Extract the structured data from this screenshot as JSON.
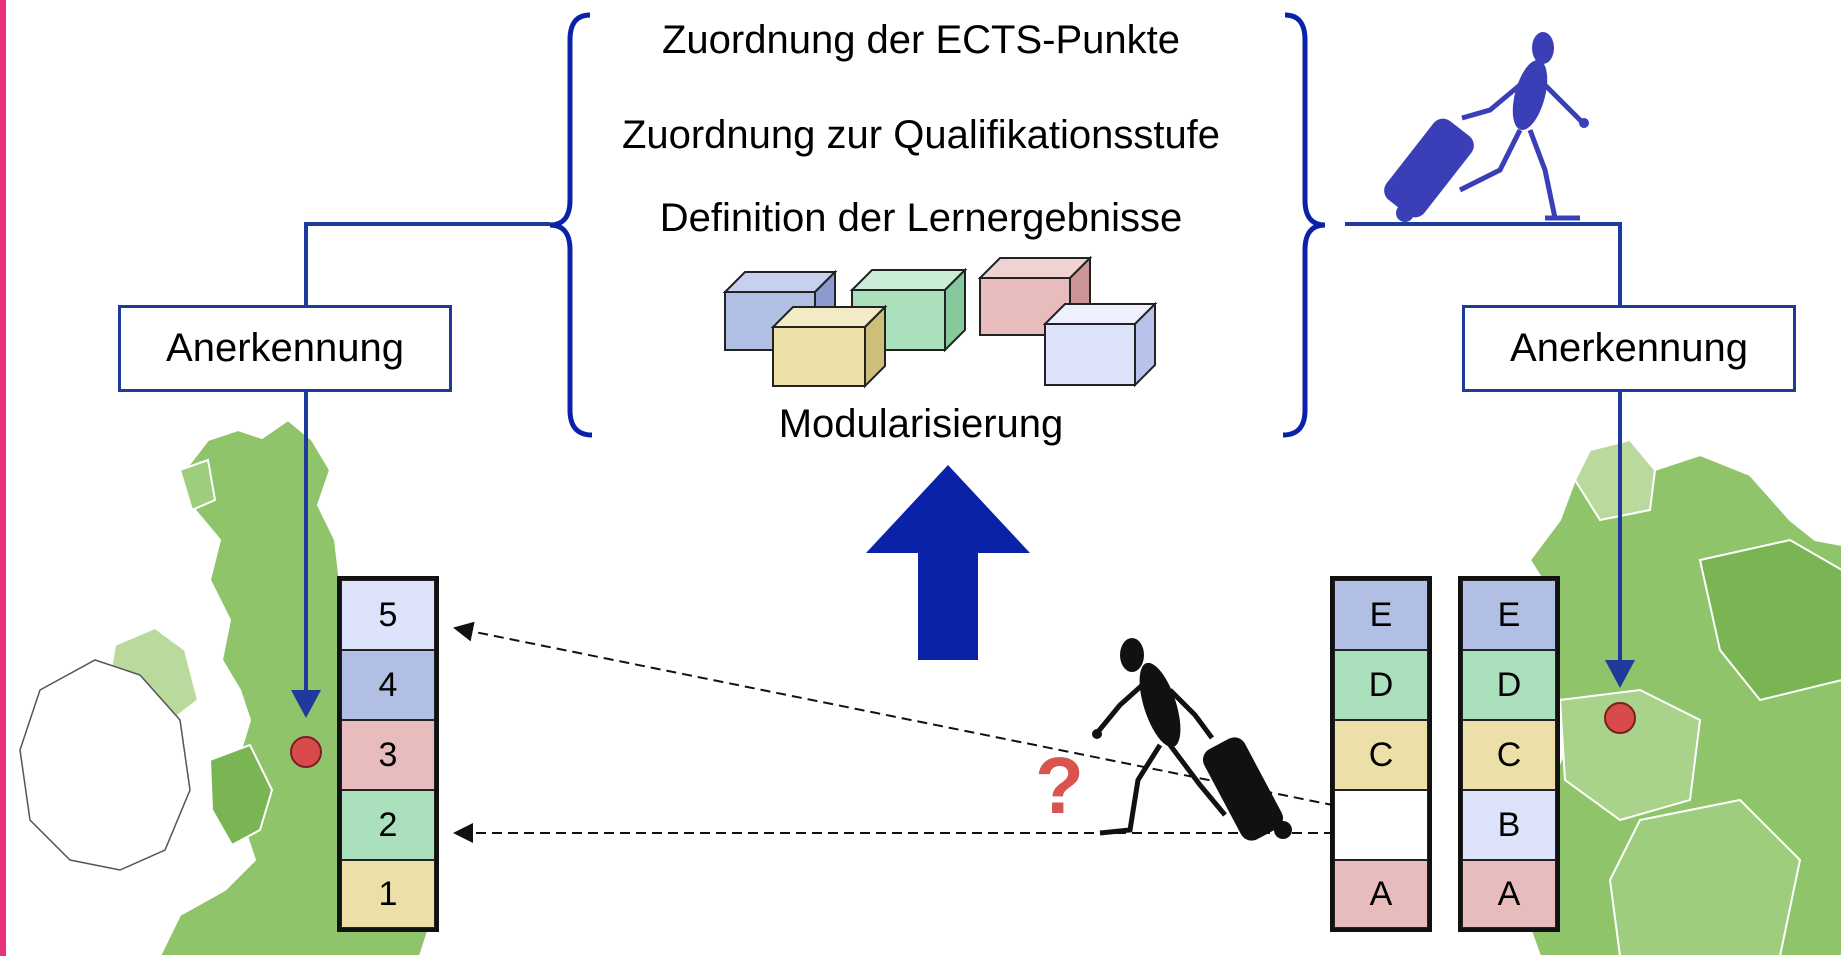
{
  "headings": {
    "ects": "Zuordnung der ECTS-Punkte",
    "qualification": "Zuordnung zur Qualifikationsstufe",
    "outcomes": "Definition der Lernergebnisse",
    "modularisation": "Modularisierung"
  },
  "recognition": {
    "left": "Anerkennung",
    "right": "Anerkennung"
  },
  "question_mark": "?",
  "levels_left": [
    {
      "label": "5",
      "color": "#dde3fb"
    },
    {
      "label": "4",
      "color": "#b2bfe4"
    },
    {
      "label": "3",
      "color": "#e8bcbc"
    },
    {
      "label": "2",
      "color": "#abe0bd"
    },
    {
      "label": "1",
      "color": "#ece0a8"
    }
  ],
  "levels_mid": [
    {
      "label": "E",
      "color": "#b2bfe4"
    },
    {
      "label": "D",
      "color": "#abe0bd"
    },
    {
      "label": "C",
      "color": "#ece0a8"
    },
    {
      "label": "",
      "color": "#ffffff"
    },
    {
      "label": "A",
      "color": "#e8bcbc"
    }
  ],
  "levels_right": [
    {
      "label": "E",
      "color": "#b2bfe4"
    },
    {
      "label": "D",
      "color": "#abe0bd"
    },
    {
      "label": "C",
      "color": "#ece0a8"
    },
    {
      "label": "B",
      "color": "#dde3fb"
    },
    {
      "label": "A",
      "color": "#e8bcbc"
    }
  ],
  "colors": {
    "accent_blue": "#1e3a9a",
    "arrow_blue": "#0a22a8",
    "map_green": "#8fc46a",
    "map_light": "#b9da9c",
    "location_dot": "#d94a4a",
    "traveler_dark": "#111111",
    "traveler_blue": "#3a3fb8",
    "question_red": "#d9534f"
  }
}
